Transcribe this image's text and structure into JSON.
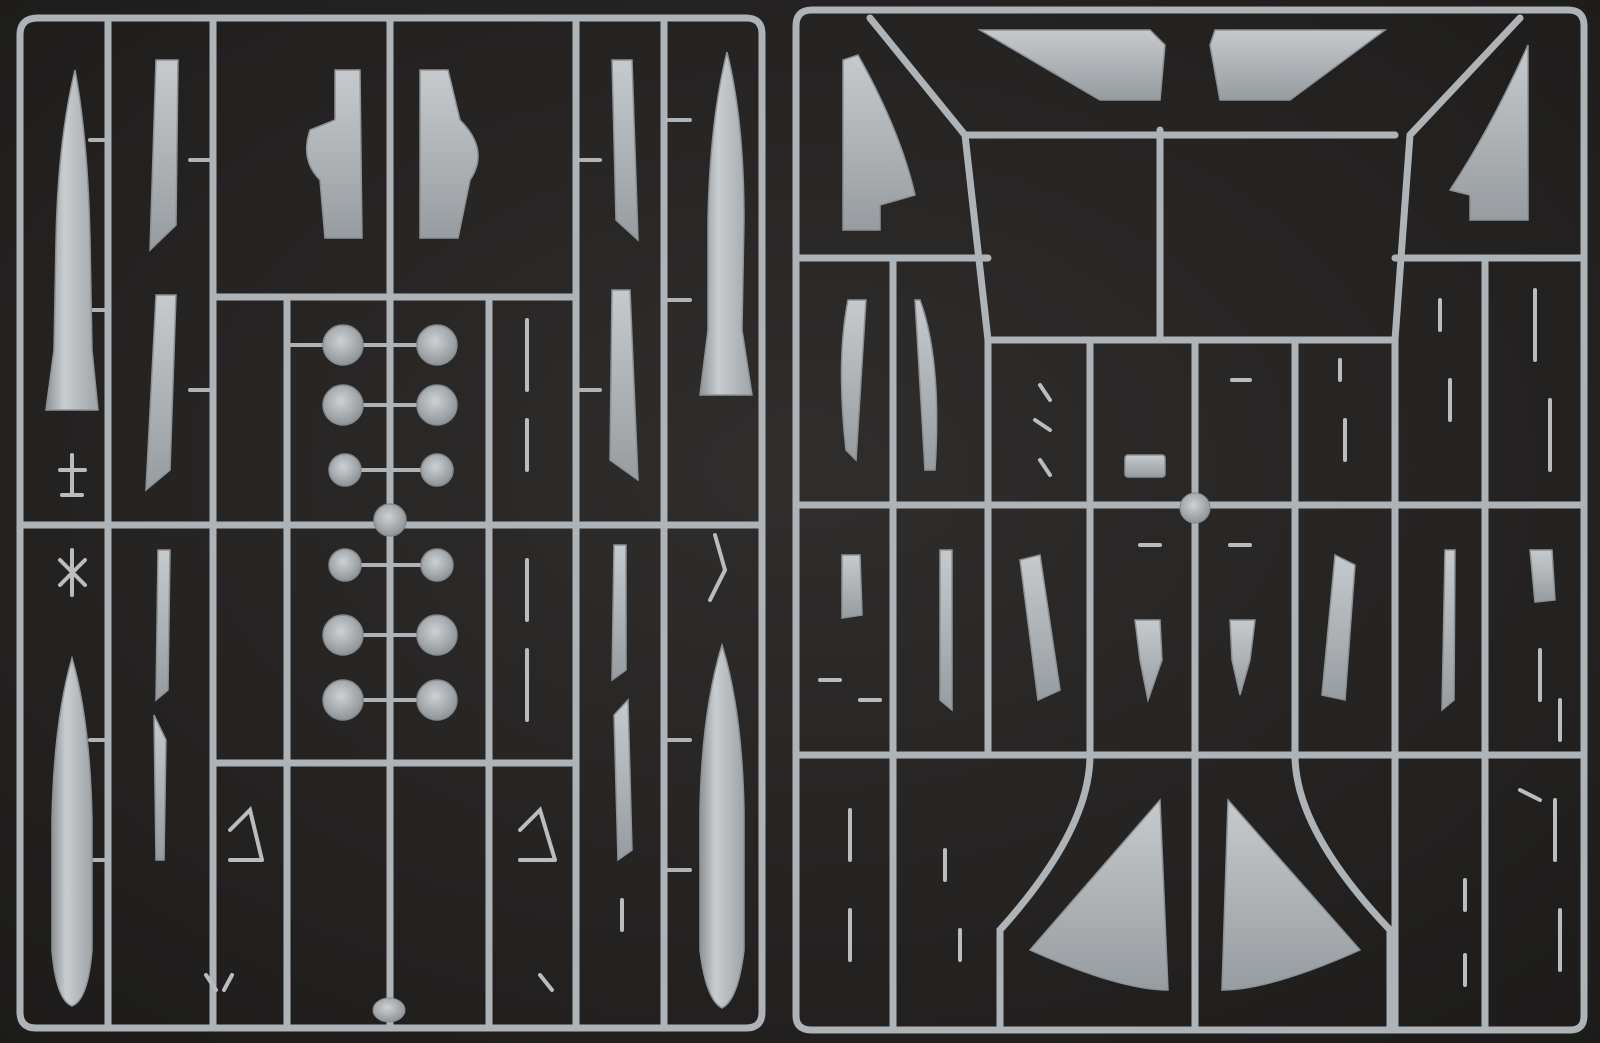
{
  "image": {
    "kind": "photograph",
    "subject": "plastic-model-kit-sprue-trees",
    "colors": {
      "background": "#2a2928",
      "background_dark": "#1c1b1a",
      "plastic": "#b3b8bc",
      "plastic_light": "#c9cdd0",
      "plastic_shadow": "#8d9296"
    },
    "sprues": [
      {
        "position": "left",
        "parts": [
          "drop-tanks",
          "fuselage-panels",
          "wheels",
          "landing-gear-struts",
          "gear-doors",
          "clear-hub-tab"
        ]
      },
      {
        "position": "right",
        "parts": [
          "wing-panels",
          "fins",
          "intake-ducts",
          "pylons",
          "small-fittings",
          "hub-tab"
        ]
      }
    ]
  }
}
